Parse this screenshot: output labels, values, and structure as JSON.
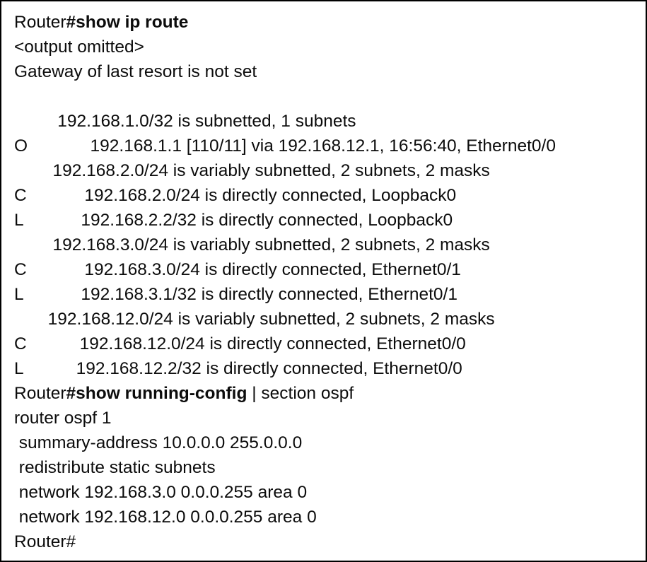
{
  "terminal": {
    "device_prompt": "Router",
    "prompt_symbol": "#",
    "lines": [
      {
        "id": "cmd-show-ip-route",
        "type": "command",
        "segments": [
          {
            "text": "Router",
            "bold": false
          },
          {
            "text": "#show ip route",
            "bold": true
          }
        ]
      },
      {
        "id": "output-omitted",
        "type": "output",
        "segments": [
          {
            "text": "<output omitted>",
            "bold": false
          }
        ]
      },
      {
        "id": "gateway-of-last-resort",
        "type": "output",
        "segments": [
          {
            "text": "Gateway of last resort is not set",
            "bold": false
          }
        ]
      },
      {
        "id": "blank-1",
        "type": "blank",
        "segments": [
          {
            "text": "",
            "bold": false
          }
        ]
      },
      {
        "id": "subnet-header-192-168-1-0",
        "type": "output",
        "segments": [
          {
            "text": "         192.168.1.0/32 is subnetted, 1 subnets",
            "bold": false
          }
        ]
      },
      {
        "id": "route-o-192-168-1-1",
        "type": "output",
        "segments": [
          {
            "text": "O             192.168.1.1 [110/11] via 192.168.12.1, 16:56:40, Ethernet0/0",
            "bold": false
          }
        ]
      },
      {
        "id": "subnet-header-192-168-2-0",
        "type": "output",
        "segments": [
          {
            "text": "        192.168.2.0/24 is variably subnetted, 2 subnets, 2 masks",
            "bold": false
          }
        ]
      },
      {
        "id": "route-c-192-168-2-0",
        "type": "output",
        "segments": [
          {
            "text": "C            192.168.2.0/24 is directly connected, Loopback0",
            "bold": false
          }
        ]
      },
      {
        "id": "route-l-192-168-2-2",
        "type": "output",
        "segments": [
          {
            "text": "L            192.168.2.2/32 is directly connected, Loopback0",
            "bold": false
          }
        ]
      },
      {
        "id": "subnet-header-192-168-3-0",
        "type": "output",
        "segments": [
          {
            "text": "        192.168.3.0/24 is variably subnetted, 2 subnets, 2 masks",
            "bold": false
          }
        ]
      },
      {
        "id": "route-c-192-168-3-0",
        "type": "output",
        "segments": [
          {
            "text": "C            192.168.3.0/24 is directly connected, Ethernet0/1",
            "bold": false
          }
        ]
      },
      {
        "id": "route-l-192-168-3-1",
        "type": "output",
        "segments": [
          {
            "text": "L            192.168.3.1/32 is directly connected, Ethernet0/1",
            "bold": false
          }
        ]
      },
      {
        "id": "subnet-header-192-168-12-0",
        "type": "output",
        "segments": [
          {
            "text": "       192.168.12.0/24 is variably subnetted, 2 subnets, 2 masks",
            "bold": false
          }
        ]
      },
      {
        "id": "route-c-192-168-12-0",
        "type": "output",
        "segments": [
          {
            "text": "C           192.168.12.0/24 is directly connected, Ethernet0/0",
            "bold": false
          }
        ]
      },
      {
        "id": "route-l-192-168-12-2",
        "type": "output",
        "segments": [
          {
            "text": "L           192.168.12.2/32 is directly connected, Ethernet0/0",
            "bold": false
          }
        ]
      },
      {
        "id": "cmd-show-running-config",
        "type": "command",
        "segments": [
          {
            "text": "Router",
            "bold": false
          },
          {
            "text": "#show running-config",
            "bold": true
          },
          {
            "text": " | section ospf",
            "bold": false
          }
        ]
      },
      {
        "id": "config-router-ospf-1",
        "type": "output",
        "segments": [
          {
            "text": "router ospf 1",
            "bold": false
          }
        ]
      },
      {
        "id": "config-summary-address",
        "type": "output",
        "segments": [
          {
            "text": " summary-address 10.0.0.0 255.0.0.0",
            "bold": false
          }
        ]
      },
      {
        "id": "config-redistribute-static",
        "type": "output",
        "segments": [
          {
            "text": " redistribute static subnets",
            "bold": false
          }
        ]
      },
      {
        "id": "config-network-192-168-3-0",
        "type": "output",
        "segments": [
          {
            "text": " network 192.168.3.0 0.0.0.255 area 0",
            "bold": false
          }
        ]
      },
      {
        "id": "config-network-192-168-12-0",
        "type": "output",
        "segments": [
          {
            "text": " network 192.168.12.0 0.0.0.255 area 0",
            "bold": false
          }
        ]
      },
      {
        "id": "prompt-final",
        "type": "command",
        "segments": [
          {
            "text": "Router#",
            "bold": false
          }
        ]
      }
    ]
  },
  "style": {
    "background_color": "#ffffff",
    "text_color": "#0c0c0c",
    "border_color": "#000000"
  }
}
